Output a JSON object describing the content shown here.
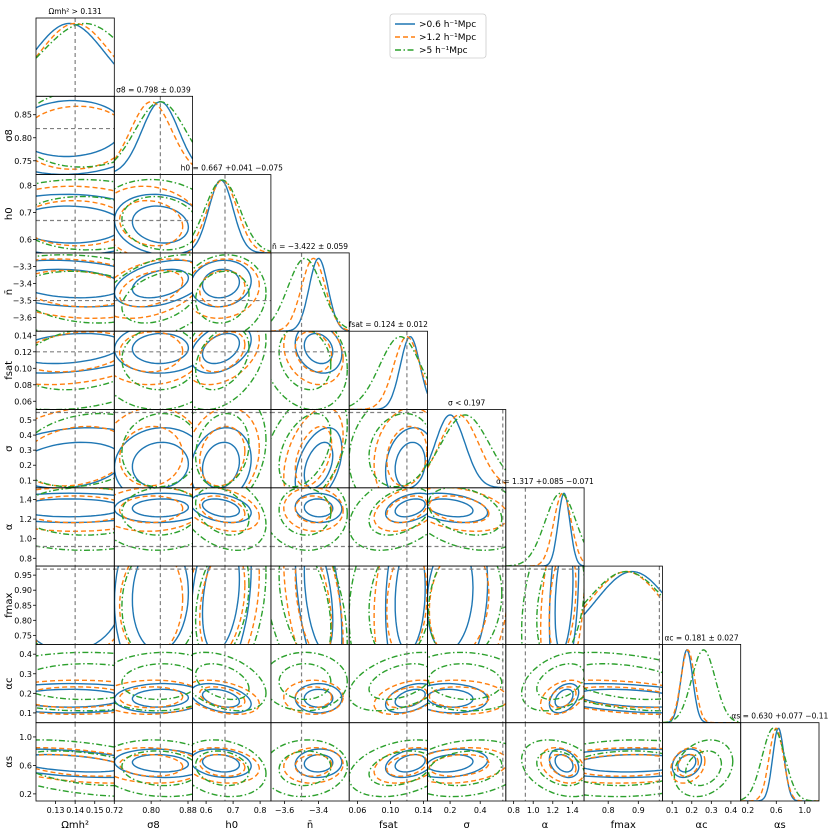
{
  "chart_data": {
    "type": "corner",
    "parameters": [
      {
        "key": "omh2",
        "label": "Ωmh²",
        "range": [
          0.12,
          0.16
        ],
        "ticks": [
          0.13,
          0.14,
          0.15
        ],
        "tick_labels": [
          "0.13",
          "0.14",
          "0.15"
        ],
        "truth": 0.14,
        "title": "Ωmh² > 0.131"
      },
      {
        "key": "s8",
        "label": "σ8",
        "range": [
          0.72,
          0.89
        ],
        "ticks": [
          0.72,
          0.8,
          0.88
        ],
        "tick_labels": [
          "0.72",
          "0.80",
          "0.88"
        ],
        "ytick_vals": [
          0.75,
          0.8,
          0.85
        ],
        "ytick_labels": [
          "0.75",
          "0.80",
          "0.85"
        ],
        "truth": 0.82,
        "title": "σ8 = 0.798 ± 0.039"
      },
      {
        "key": "h0",
        "label": "h0",
        "range": [
          0.55,
          0.84
        ],
        "ticks": [
          0.6,
          0.7,
          0.8
        ],
        "tick_labels": [
          "0.6",
          "0.7",
          "0.8"
        ],
        "truth": 0.67,
        "title": "h0 = 0.667 +0.041 −0.075"
      },
      {
        "key": "nbar",
        "label": "n̄",
        "range": [
          -3.68,
          -3.22
        ],
        "ticks": [
          -3.6,
          -3.4
        ],
        "tick_labels": [
          "−3.6",
          "−3.4"
        ],
        "ytick_vals": [
          -3.6,
          -3.5,
          -3.4,
          -3.3
        ],
        "ytick_labels": [
          "−3.6",
          "−3.5",
          "−3.4",
          "−3.3"
        ],
        "truth": -3.5,
        "title": "n̄ = −3.422 ± 0.059"
      },
      {
        "key": "fsat",
        "label": "fsat",
        "range": [
          0.05,
          0.145
        ],
        "ticks": [
          0.06,
          0.1,
          0.14
        ],
        "tick_labels": [
          "0.06",
          "0.10",
          "0.14"
        ],
        "ytick_vals": [
          0.06,
          0.08,
          0.1,
          0.12,
          0.14
        ],
        "ytick_labels": [
          "0.06",
          "0.08",
          "0.10",
          "0.12",
          "0.14"
        ],
        "truth": 0.12,
        "title": "fsat = 0.124 ± 0.012"
      },
      {
        "key": "sigma",
        "label": "σ",
        "range": [
          0.05,
          0.57
        ],
        "ticks": [
          0.2,
          0.4
        ],
        "tick_labels": [
          "0.2",
          "0.4"
        ],
        "ytick_vals": [
          0.1,
          0.2,
          0.3,
          0.4,
          0.5
        ],
        "ytick_labels": [
          "0.1",
          "0.2",
          "0.3",
          "0.4",
          "0.5"
        ],
        "truth": 0.55,
        "title": "σ < 0.197"
      },
      {
        "key": "alpha",
        "label": "α",
        "range": [
          0.72,
          1.52
        ],
        "ticks": [
          0.8,
          1.0,
          1.2,
          1.4
        ],
        "tick_labels": [
          "0.8",
          "1.0",
          "1.2",
          "1.4"
        ],
        "truth": 0.92,
        "title": "α = 1.317 +0.085 −0.071"
      },
      {
        "key": "fmax",
        "label": "fmax",
        "range": [
          0.72,
          0.98
        ],
        "ticks": [
          0.8,
          0.9
        ],
        "tick_labels": [
          "0.8",
          "0.9"
        ],
        "ytick_vals": [
          0.75,
          0.8,
          0.85,
          0.9,
          0.95
        ],
        "ytick_labels": [
          "0.75",
          "0.80",
          "0.85",
          "0.90",
          "0.95"
        ],
        "truth": 0.97,
        "title": ""
      },
      {
        "key": "alphac",
        "label": "αc",
        "range": [
          0.05,
          0.45
        ],
        "ticks": [
          0.1,
          0.2,
          0.3,
          0.4
        ],
        "tick_labels": [
          "0.1",
          "0.2",
          "0.3",
          "0.4"
        ],
        "truth": null,
        "title": "αc = 0.181 ± 0.027"
      },
      {
        "key": "alphas",
        "label": "αs",
        "range": [
          0.1,
          1.2
        ],
        "ticks": [
          0.2,
          0.6,
          1.0
        ],
        "tick_labels": [
          "0.2",
          "0.6",
          "1.0"
        ],
        "truth": null,
        "title": "αs = 0.630 +0.077 −0.11"
      }
    ],
    "series": [
      {
        "name": ">0.6 h⁻¹Mpc",
        "color": "#1f77b4",
        "dash": "solid",
        "mean": [
          0.137,
          0.82,
          0.655,
          -3.4,
          0.124,
          0.2,
          1.315,
          0.88,
          0.175,
          0.63
        ],
        "std": [
          0.018,
          0.04,
          0.045,
          0.055,
          0.012,
          0.1,
          0.06,
          0.12,
          0.03,
          0.08
        ]
      },
      {
        "name": ">1.2 h⁻¹Mpc",
        "color": "#ff7f0e",
        "dash": "dashed",
        "mean": [
          0.14,
          0.8,
          0.66,
          -3.43,
          0.12,
          0.26,
          1.3,
          0.86,
          0.18,
          0.6
        ],
        "std": [
          0.018,
          0.045,
          0.055,
          0.07,
          0.016,
          0.13,
          0.09,
          0.12,
          0.035,
          0.1
        ]
      },
      {
        "name": ">5 h⁻¹Mpc",
        "color": "#2ca02c",
        "dash": "dashdot",
        "mean": [
          0.145,
          0.82,
          0.66,
          -3.48,
          0.112,
          0.3,
          1.28,
          0.86,
          0.26,
          0.56
        ],
        "std": [
          0.022,
          0.055,
          0.065,
          0.1,
          0.025,
          0.16,
          0.16,
          0.13,
          0.06,
          0.16
        ]
      }
    ]
  },
  "legend_position": "top-center"
}
